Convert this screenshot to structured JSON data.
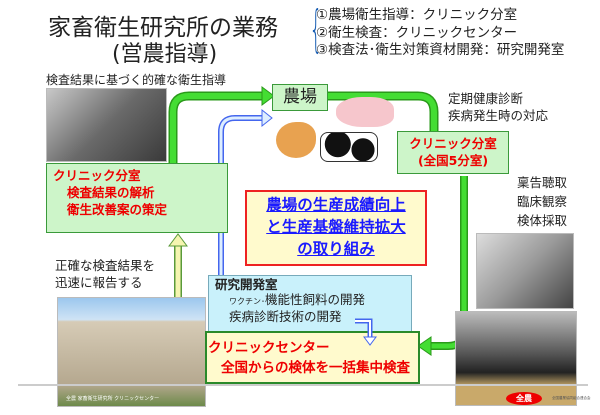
{
  "title": "家畜衛生研究所の業務",
  "subtitle": "(営農指導)",
  "roles": [
    "①農場衛生指導：クリニック分室",
    "②衛生検査：クリニックセンター",
    "③検査法･衛生対策資材開発：研究開発室"
  ],
  "left_top_caption": "検査結果に基づく的確な衛生指導",
  "farm_label": "農場",
  "right_top_caption": [
    "定期健康診断",
    "疾病発生時の対応"
  ],
  "clinic_branch_right": {
    "title": "クリニック分室",
    "subtitle": "(全国5分室)"
  },
  "clinic_branch_left": {
    "title": "クリニック分室",
    "lines": [
      "検査結果の解析",
      "衛生改善案の策定"
    ]
  },
  "center_goal": [
    "農場の生産成績向上",
    "と生産基盤維持拡大",
    "の取り組み"
  ],
  "right_mid_caption": [
    "稟告聴取",
    "臨床観察",
    "検体採取"
  ],
  "left_mid_caption": [
    "正確な検査結果を",
    "迅速に報告する"
  ],
  "rnd": {
    "title": "研究開発室",
    "line1_small": "ワクチン･",
    "line1": "機能性飼料の開発",
    "line2": "疾病診断技術の開発"
  },
  "clinic_center": {
    "title": "クリニックセンター",
    "line": "全国からの検体を一括集中検査"
  },
  "building_photo_caption": "全農 家畜衛生研究所 クリニックセンター",
  "logo_text": "全農",
  "footer_org": "全国農業協同組合連合会",
  "colors": {
    "green_arrow": "#33cc22",
    "blue_arrow": "#5577ff",
    "yellow_arrow": "#f5f5b0",
    "red_text": "#ee0000",
    "goal_text": "#1a1aff"
  }
}
